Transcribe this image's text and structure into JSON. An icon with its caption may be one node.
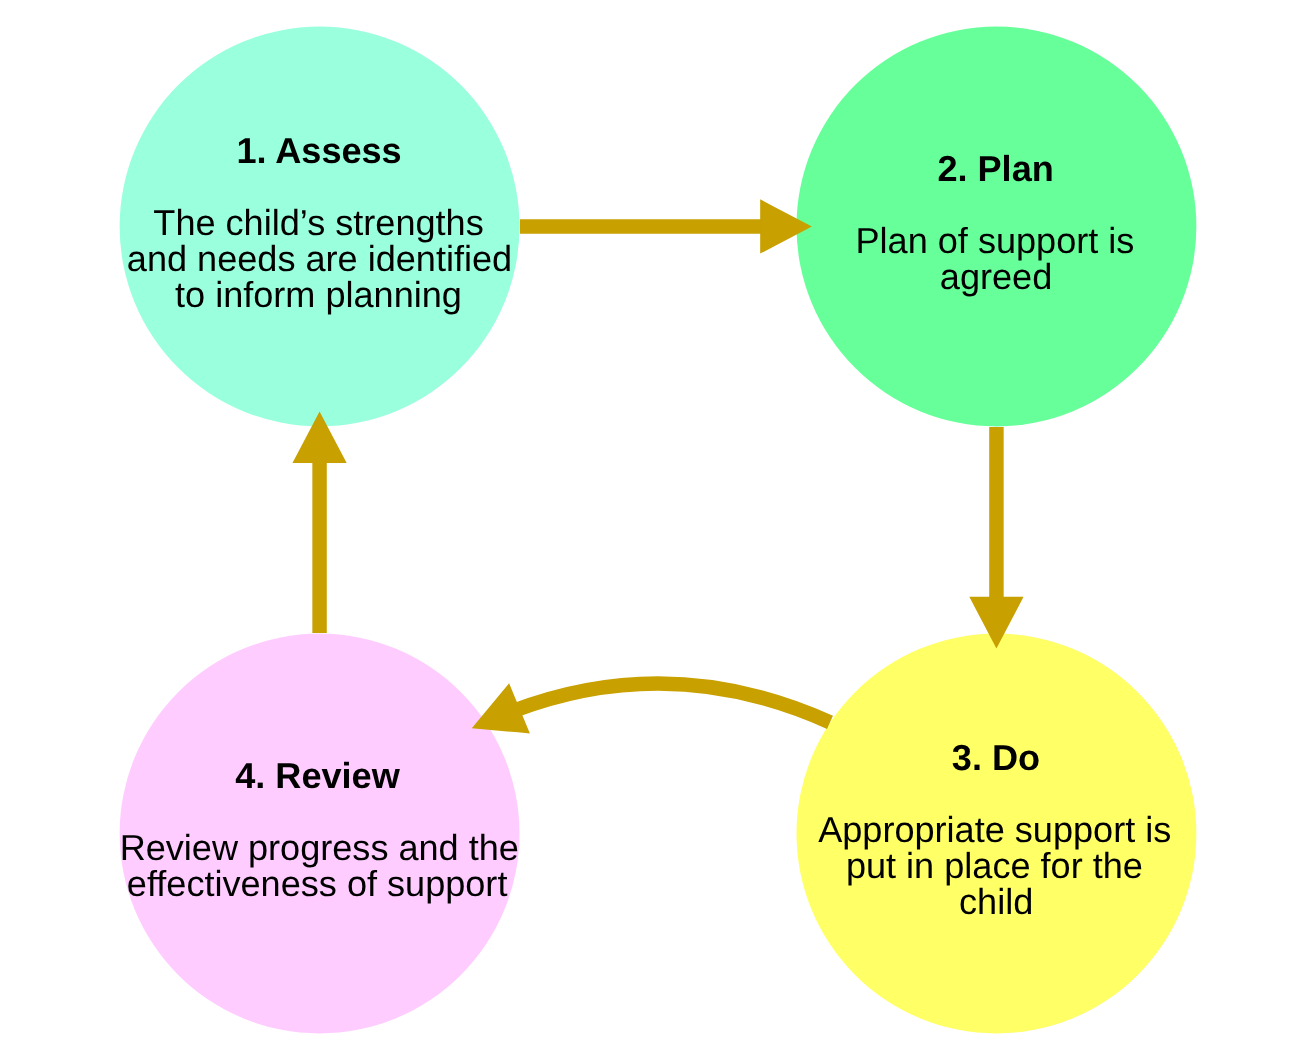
{
  "diagram": {
    "nodes": [
      {
        "text": [
          "1. Assess",
          "The child’s strengths and needs are identified to inform planning"
        ]
      },
      {
        "text": [
          "2. Plan",
          "Plan of support is agreed"
        ]
      },
      {
        "text": [
          "3. Do",
          "Appropriate support is put in place for the child"
        ]
      },
      {
        "text": [
          "4. Review",
          "Review progress and the effectiveness of support"
        ]
      }
    ],
    "edges": [
      {
        "from": 0,
        "to": 1,
        "arrow": "to"
      },
      {
        "from": 1,
        "to": 2,
        "arrow": "to"
      },
      {
        "from": 2,
        "to": 3,
        "arrow": "to"
      },
      {
        "from": 3,
        "to": 0,
        "arrow": "to"
      }
    ]
  }
}
